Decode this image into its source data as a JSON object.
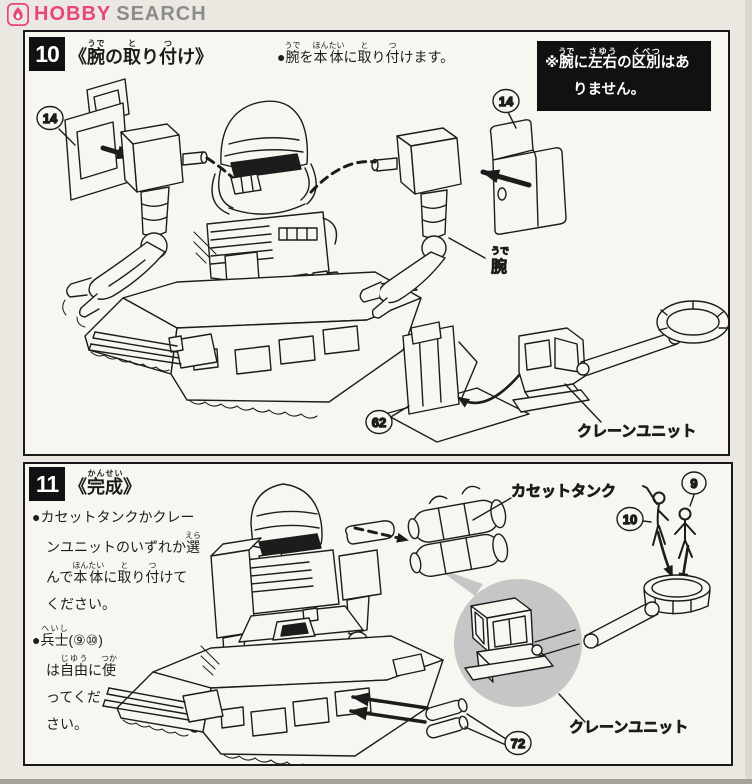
{
  "page": {
    "bg": "#ebe8e1",
    "panel_bg": "#f8f6f0",
    "ink": "#1c1c1c",
    "note_bg": "#111111",
    "magnifier_gray": "#c6c6c6"
  },
  "logo": {
    "hobby": "HOBBY",
    "search": "SEARCH",
    "pink": "#e8457f",
    "gray": "#8c8c8c",
    "icon": "flame-badge-icon"
  },
  "step10": {
    "badge": "10",
    "title": [
      {
        "t": "《"
      },
      {
        "t": "腕",
        "r": "うで"
      },
      {
        "t": "の"
      },
      {
        "t": "取",
        "r": "と"
      },
      {
        "t": "り"
      },
      {
        "t": "付",
        "r": "つ"
      },
      {
        "t": "け》"
      }
    ],
    "instruction": [
      {
        "t": "●"
      },
      {
        "t": "腕",
        "r": "うで"
      },
      {
        "t": "を"
      },
      {
        "t": "本体",
        "r": "ほんたい"
      },
      {
        "t": "に"
      },
      {
        "t": "取",
        "r": "と"
      },
      {
        "t": "り"
      },
      {
        "t": "付",
        "r": "つ"
      },
      {
        "t": "けます。"
      }
    ],
    "note_line1": [
      {
        "t": "※"
      },
      {
        "t": "腕",
        "r": "うで"
      },
      {
        "t": "に"
      },
      {
        "t": "左右",
        "r": "さゆう"
      },
      {
        "t": "の"
      },
      {
        "t": "区別",
        "r": "くべつ"
      },
      {
        "t": "はあ"
      }
    ],
    "note_line2": [
      {
        "t": "りません。"
      }
    ],
    "labels": {
      "part14_left": "14",
      "part14_right": "14",
      "arm_base": "腕",
      "arm_ruby": "うで",
      "part62": "62",
      "crane_unit": "クレーンユニット"
    }
  },
  "step11": {
    "badge": "11",
    "title": [
      {
        "t": "《"
      },
      {
        "t": "完成",
        "r": "かんせい"
      },
      {
        "t": "》"
      }
    ],
    "bullet1": [
      [
        {
          "t": "●カセットタンクかクレー"
        }
      ],
      [
        {
          "t": "ンユニットのいずれか"
        },
        {
          "t": "選",
          "r": "えら"
        }
      ],
      [
        {
          "t": "んで"
        },
        {
          "t": "本体",
          "r": "ほんたい"
        },
        {
          "t": "に"
        },
        {
          "t": "取",
          "r": "と"
        },
        {
          "t": "り"
        },
        {
          "t": "付",
          "r": "つ"
        },
        {
          "t": "けて"
        }
      ],
      [
        {
          "t": "ください。"
        }
      ]
    ],
    "bullet2": [
      [
        {
          "t": "●"
        },
        {
          "t": "兵士",
          "r": "へいし"
        },
        {
          "t": "(⑨⑩)"
        }
      ],
      [
        {
          "t": "は"
        },
        {
          "t": "自由",
          "r": "じゆう"
        },
        {
          "t": "に"
        },
        {
          "t": "使",
          "r": "つか"
        }
      ],
      [
        {
          "t": "ってくだ"
        }
      ],
      [
        {
          "t": "さい。"
        }
      ]
    ],
    "labels": {
      "cassette_tank": "カセットタンク",
      "part9": "9",
      "part10": "10",
      "part72": "72",
      "crane_unit": "クレーンユニット"
    }
  }
}
